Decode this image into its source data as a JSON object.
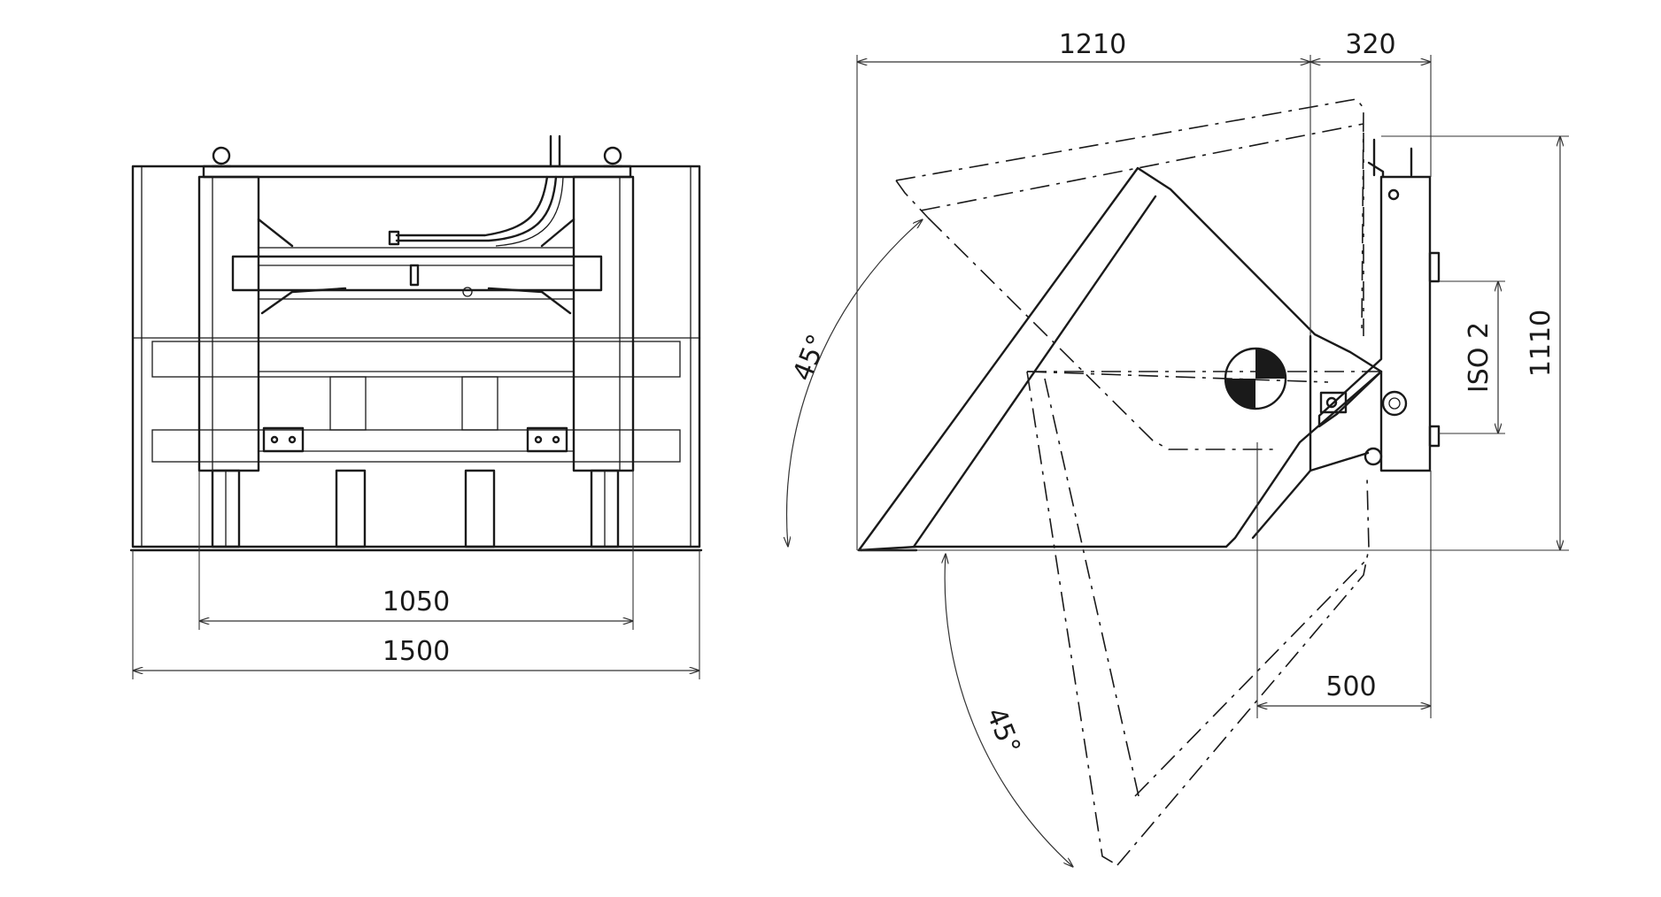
{
  "drawing": {
    "front_view": {
      "dimensions": {
        "inner_width": "1050",
        "outer_width": "1500"
      }
    },
    "side_view": {
      "dimensions": {
        "top_length": "1210",
        "top_offset": "320",
        "height": "1110",
        "iso_label": "ISO 2",
        "bottom_offset": "500",
        "upper_angle": "45°",
        "lower_angle": "45°"
      }
    }
  }
}
